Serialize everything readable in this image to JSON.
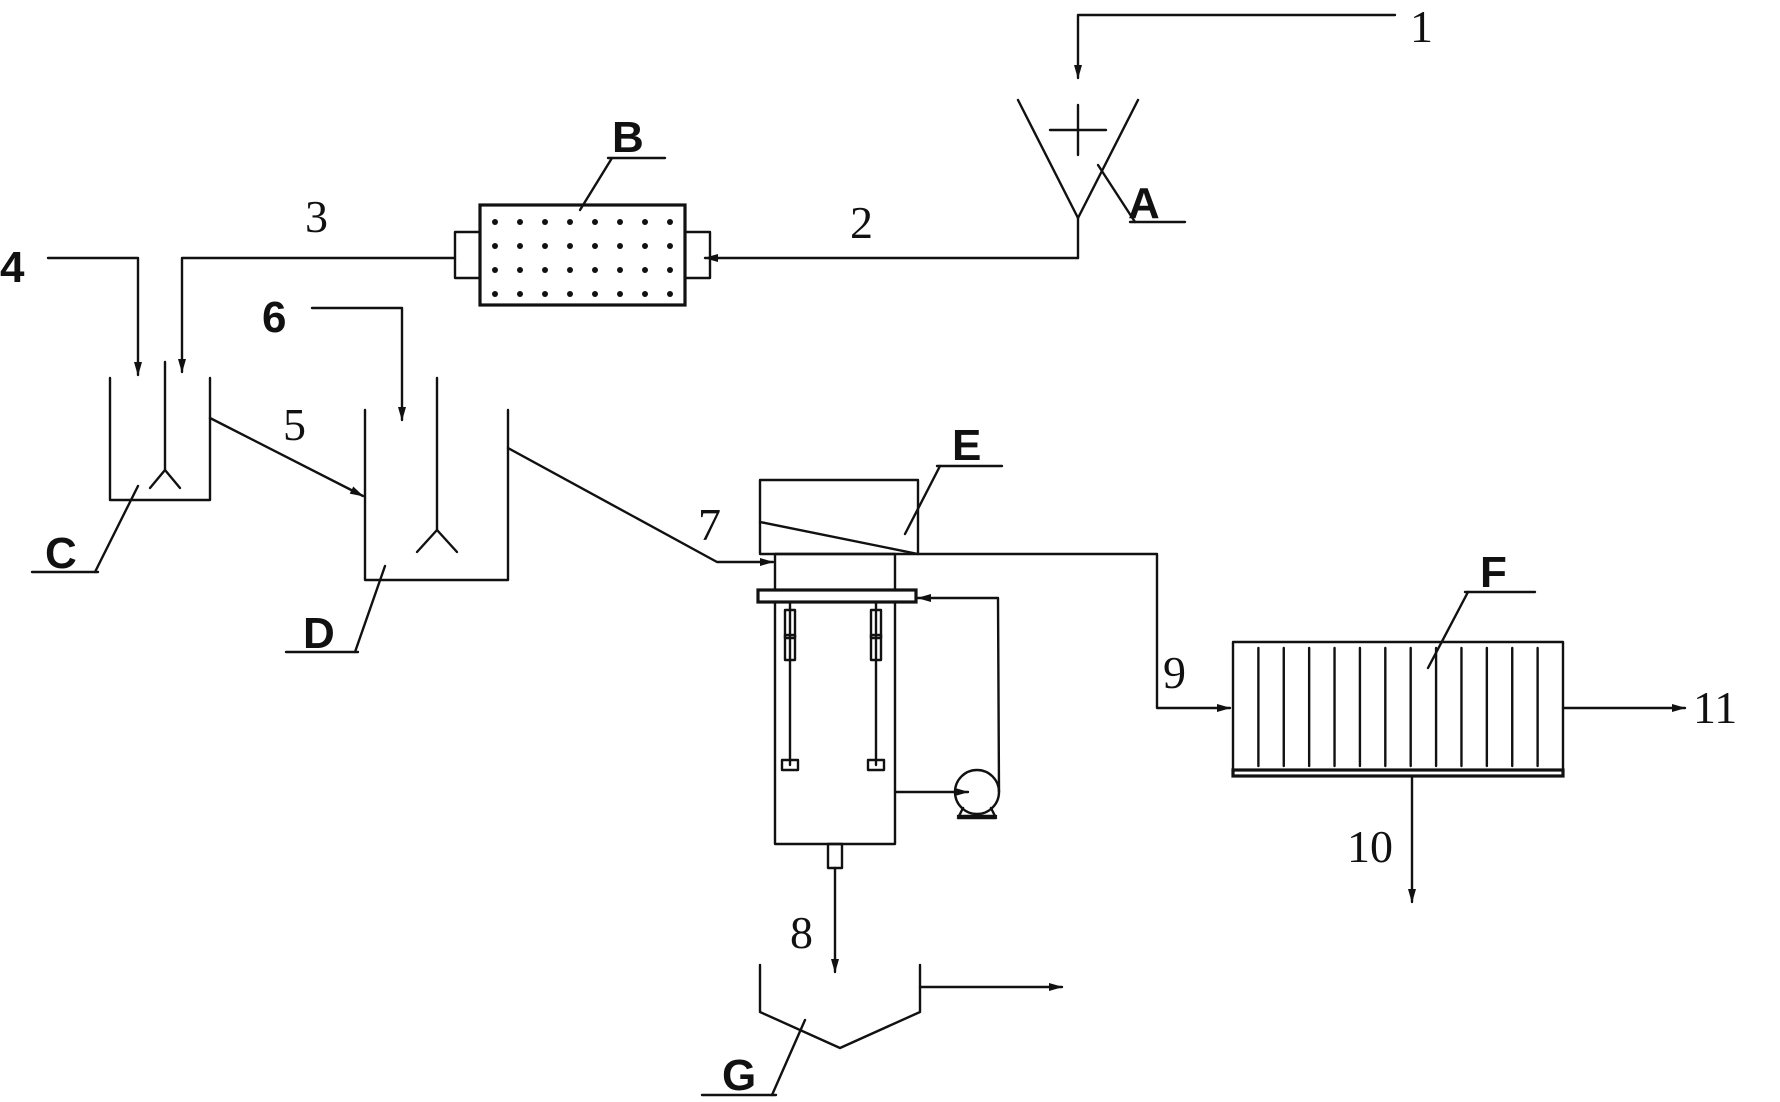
{
  "labels": {
    "stream_1": "1",
    "stream_2": "2",
    "stream_3": "3",
    "stream_4": "4",
    "stream_5": "5",
    "stream_6": "6",
    "stream_7": "7",
    "stream_8": "8",
    "stream_9": "9",
    "stream_10": "10",
    "stream_11": "11",
    "unit_A": "A",
    "unit_B": "B",
    "unit_C": "C",
    "unit_D": "D",
    "unit_E": "E",
    "unit_F": "F",
    "unit_G": "G"
  },
  "colors": {
    "ink": "#111111",
    "background": "#ffffff"
  },
  "icons": [
    "arrow-icon",
    "stirrer-icon",
    "pump-icon"
  ]
}
